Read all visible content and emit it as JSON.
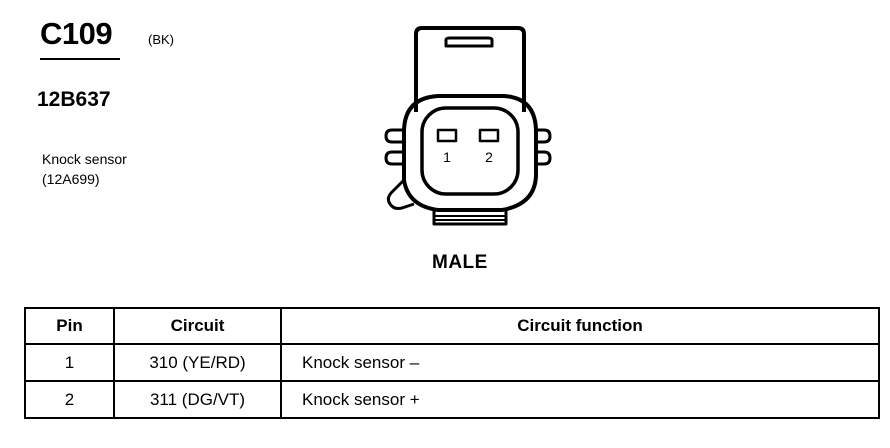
{
  "connector": {
    "id": "C109",
    "color_code": "(BK)",
    "part_number": "12B637",
    "component_name": "Knock sensor",
    "component_code": "(12A699)",
    "gender": "MALE",
    "pin_labels": [
      "1",
      "2"
    ]
  },
  "table": {
    "headers": {
      "pin": "Pin",
      "circuit": "Circuit",
      "function": "Circuit function"
    },
    "rows": [
      {
        "pin": "1",
        "circuit": "310 (YE/RD)",
        "function": "Knock sensor  –"
      },
      {
        "pin": "2",
        "circuit": "311 (DG/VT)",
        "function": "Knock sensor  +"
      }
    ]
  }
}
